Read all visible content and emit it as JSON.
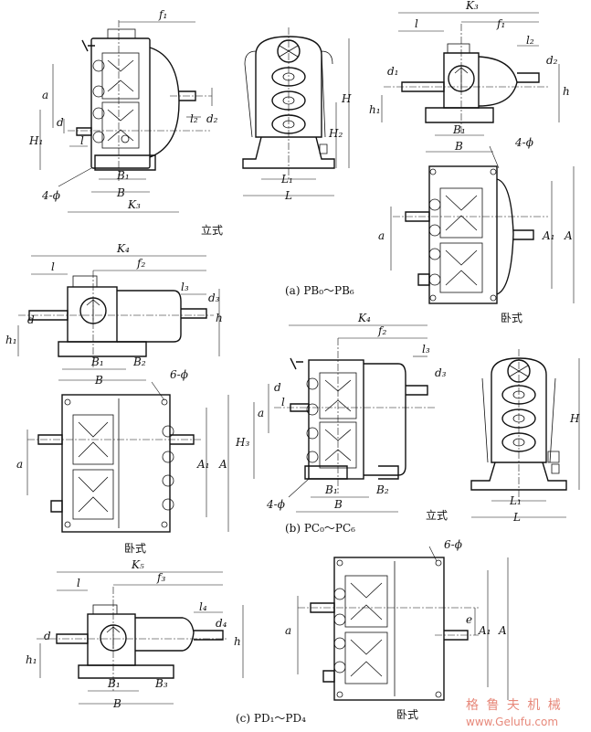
{
  "captions": {
    "a": "(a)  PB₀～PB₆",
    "b": "(b)  PC₀～PC₆",
    "c": "(c)  PD₁～PD₄"
  },
  "views": {
    "vertical": "立式",
    "horizontal": "卧式"
  },
  "dims": {
    "f1": "f₁",
    "f2": "f₂",
    "f3": "f₃",
    "K3": "K₃",
    "K4": "K₄",
    "K5": "K₅",
    "l": "l",
    "l2": "l₂",
    "l3": "l₃",
    "l4": "l₄",
    "d": "d",
    "d1": "d₁",
    "d2": "d₂",
    "d3": "d₃",
    "d4": "d₄",
    "a": "a",
    "e": "e",
    "h": "h",
    "h1": "h₁",
    "H": "H",
    "H1": "H₁",
    "H2": "H₂",
    "H3": "H₃",
    "A": "A",
    "A1": "A₁",
    "B": "B",
    "B1": "B₁",
    "B2": "B₂",
    "B3": "B₃",
    "L": "L",
    "L1": "L₁",
    "holes4": "4-ϕ",
    "holes6": "6-ϕ"
  },
  "watermark": {
    "cn": "格 鲁 夫 机 械",
    "url": "www.Gelufu.com"
  }
}
